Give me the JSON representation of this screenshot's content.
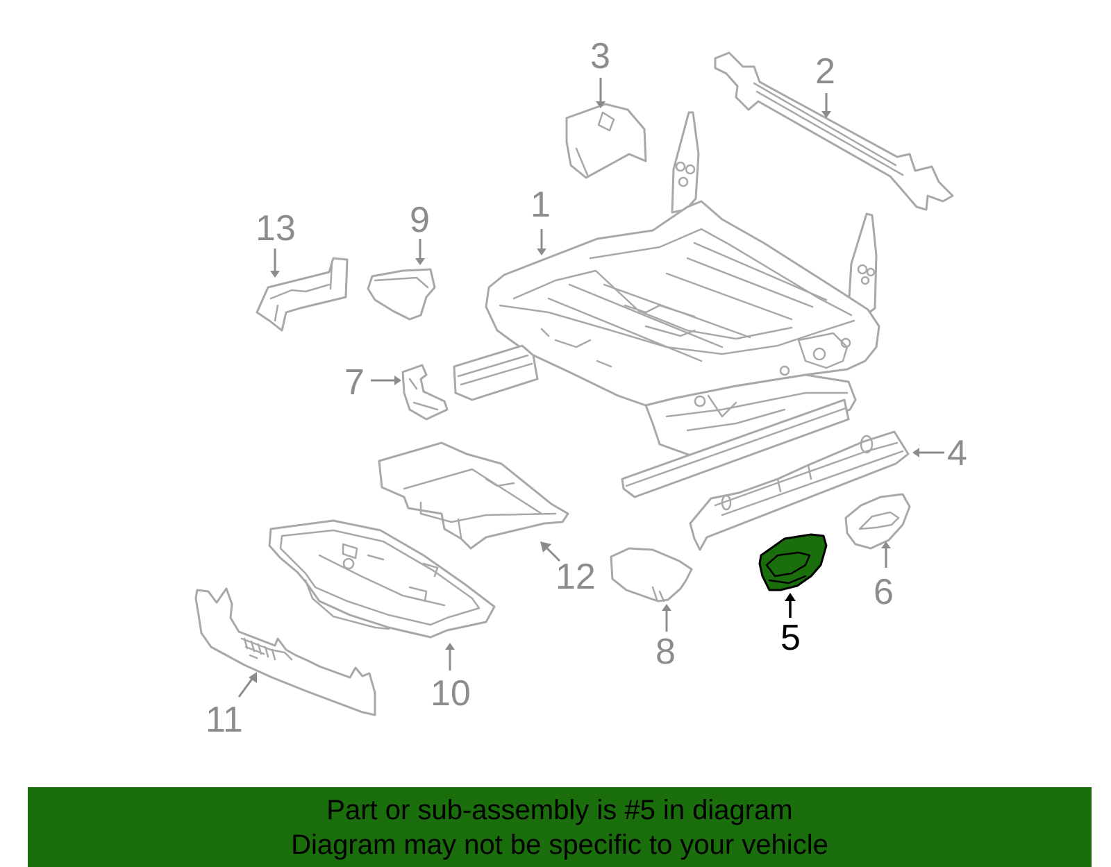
{
  "diagram": {
    "callouts": {
      "c1": "1",
      "c2": "2",
      "c3": "3",
      "c4": "4",
      "c5": "5",
      "c6": "6",
      "c7": "7",
      "c8": "8",
      "c9": "9",
      "c10": "10",
      "c11": "11",
      "c12": "12",
      "c13": "13"
    },
    "highlighted_part": "5",
    "highlight_color": "#1a6e0c",
    "line_color": "#a8a8a8"
  },
  "banner": {
    "line1": "Part or sub-assembly is #5 in diagram",
    "line2": "Diagram may not be specific to your vehicle",
    "background": "#1a6e0c"
  }
}
